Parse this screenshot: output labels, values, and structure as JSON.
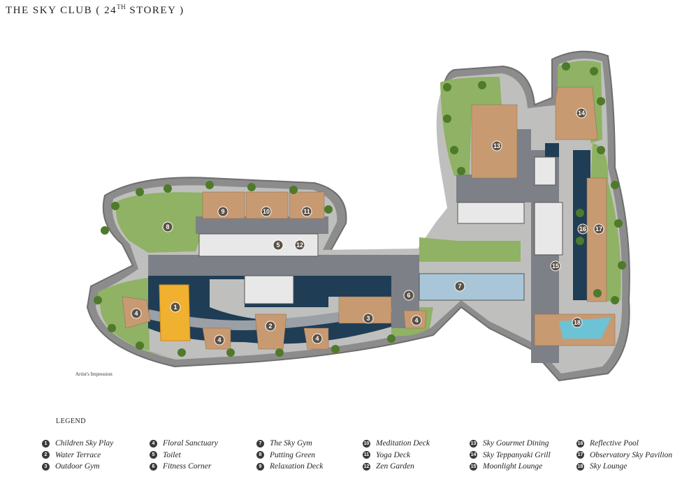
{
  "title": {
    "main": "THE SKY CLUB ( 24",
    "superscript": "TH",
    "end": " STOREY )"
  },
  "impression_note": "Artist's Impression",
  "legend": {
    "heading": "LEGEND",
    "items": [
      {
        "num": "1",
        "label": "Children Sky Play"
      },
      {
        "num": "2",
        "label": "Water Terrace"
      },
      {
        "num": "3",
        "label": "Outdoor Gym"
      },
      {
        "num": "4",
        "label": "Floral Sanctuary"
      },
      {
        "num": "5",
        "label": "Toilet"
      },
      {
        "num": "6",
        "label": "Fitness Corner"
      },
      {
        "num": "7",
        "label": "The Sky Gym"
      },
      {
        "num": "8",
        "label": "Putting Green"
      },
      {
        "num": "9",
        "label": "Relaxation Deck"
      },
      {
        "num": "10",
        "label": "Meditation Deck"
      },
      {
        "num": "11",
        "label": "Yoga Deck"
      },
      {
        "num": "12",
        "label": "Zen Garden"
      },
      {
        "num": "13",
        "label": "Sky Gourmet Dining"
      },
      {
        "num": "14",
        "label": "Sky Teppanyaki Grill"
      },
      {
        "num": "15",
        "label": "Moonlight Lounge"
      },
      {
        "num": "16",
        "label": "Reflective Pool"
      },
      {
        "num": "17",
        "label": "Observatory Sky Pavilion"
      },
      {
        "num": "18",
        "label": "Sky Lounge"
      }
    ]
  },
  "markers": [
    "1",
    "2",
    "3",
    "4",
    "4",
    "4",
    "4",
    "5",
    "6",
    "7",
    "8",
    "9",
    "10",
    "11",
    "12",
    "13",
    "14",
    "15",
    "16",
    "17",
    "18"
  ],
  "colors": {
    "outline": "#9a9a9a",
    "lawn": "#8fb264",
    "deck": "#c89a72",
    "water": "#1f3d55",
    "paving": "#7d8086",
    "building": "#e8e8e8"
  }
}
